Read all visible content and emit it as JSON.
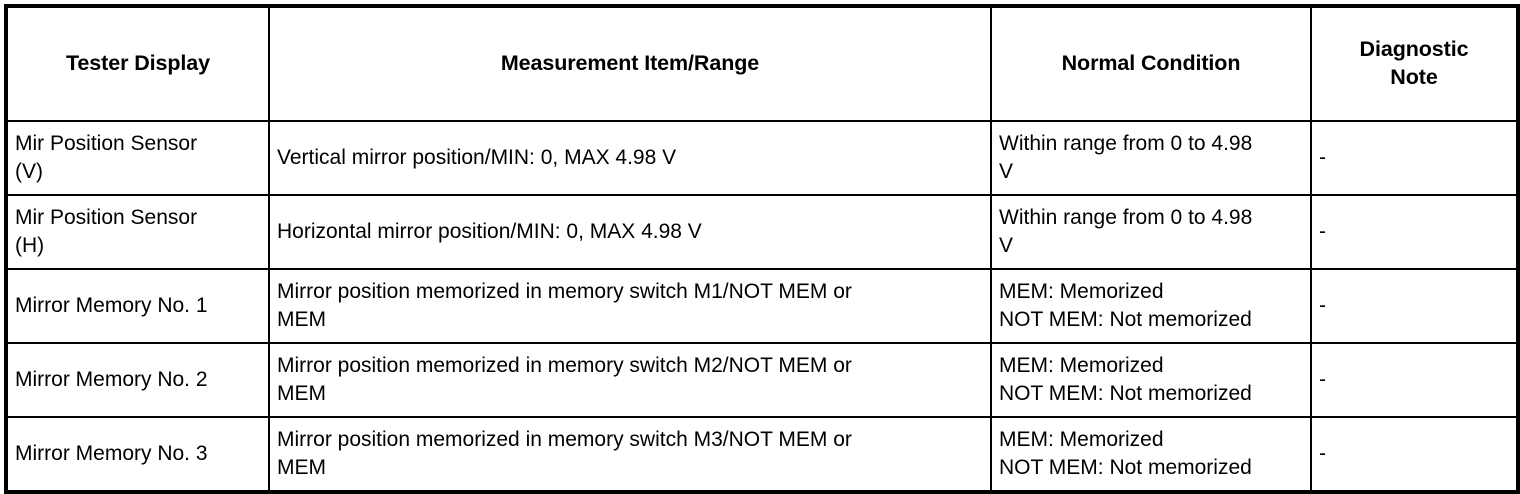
{
  "table": {
    "columns": [
      {
        "key": "tester_display",
        "label": "Tester Display"
      },
      {
        "key": "measurement_item_range",
        "label": "Measurement Item/Range"
      },
      {
        "key": "normal_condition",
        "label": "Normal Condition"
      },
      {
        "key": "diagnostic_note",
        "label_line1": "Diagnostic",
        "label_line2": "Note"
      }
    ],
    "rows": [
      {
        "tester_display_line1": "Mir Position Sensor",
        "tester_display_line2": "(V)",
        "measurement_line1": "Vertical mirror position/MIN: 0, MAX 4.98 V",
        "measurement_line2": "",
        "normal_line1": "Within range from 0 to 4.98",
        "normal_line2": "V",
        "diagnostic_note": "-"
      },
      {
        "tester_display_line1": "Mir Position Sensor",
        "tester_display_line2": "(H)",
        "measurement_line1": "Horizontal mirror position/MIN: 0, MAX 4.98 V",
        "measurement_line2": "",
        "normal_line1": "Within range from 0 to 4.98",
        "normal_line2": "V",
        "diagnostic_note": "-"
      },
      {
        "tester_display_line1": "Mirror Memory No. 1",
        "tester_display_line2": "",
        "measurement_line1": "Mirror position memorized in memory switch M1/NOT MEM or",
        "measurement_line2": "MEM",
        "normal_line1": "MEM: Memorized",
        "normal_line2": "NOT MEM: Not memorized",
        "diagnostic_note": "-"
      },
      {
        "tester_display_line1": "Mirror Memory No. 2",
        "tester_display_line2": "",
        "measurement_line1": "Mirror position memorized in memory switch M2/NOT MEM or",
        "measurement_line2": "MEM",
        "normal_line1": "MEM: Memorized",
        "normal_line2": "NOT MEM: Not memorized",
        "diagnostic_note": "-"
      },
      {
        "tester_display_line1": "Mirror Memory No. 3",
        "tester_display_line2": "",
        "measurement_line1": "Mirror position memorized in memory switch M3/NOT MEM or",
        "measurement_line2": "MEM",
        "normal_line1": "MEM: Memorized",
        "normal_line2": "NOT MEM: Not memorized",
        "diagnostic_note": "-"
      }
    ]
  },
  "style": {
    "text_color": "#000000",
    "border_color": "#000000",
    "background": "#ffffff"
  }
}
